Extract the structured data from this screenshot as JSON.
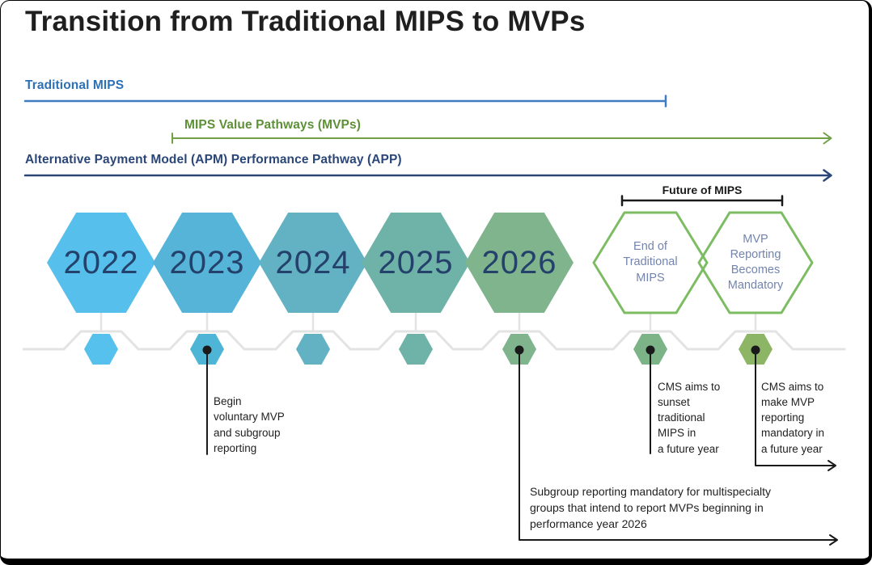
{
  "title": "Transition from Traditional MIPS to MVPs",
  "tracks": {
    "traditional": {
      "label": "Traditional MIPS",
      "color": "#2C70B6",
      "line_color": "#3F7DC2"
    },
    "mvps": {
      "label": "MIPS Value Pathways (MVPs)",
      "color": "#5E9038",
      "line_color": "#71A046"
    },
    "app": {
      "label": "Alternative Payment Model (APM) Performance Pathway (APP)",
      "color": "#2B4778",
      "line_color": "#2B4778"
    }
  },
  "future_bracket": {
    "label": "Future of MIPS",
    "color": "#1A1A1A"
  },
  "year_text_color": "#24416B",
  "future_text_color": "#7384AE",
  "timeline_color": "#E3E3E3",
  "callout_color": "#1A1A1A",
  "nodes": [
    {
      "label": "2022",
      "fill": "#56BFEB",
      "small_fill": "#56C1ED"
    },
    {
      "label": "2023",
      "fill": "#55B4D8",
      "small_fill": "#4FB5D6"
    },
    {
      "label": "2024",
      "fill": "#63B2C3",
      "small_fill": "#63B2C3"
    },
    {
      "label": "2025",
      "fill": "#6FB3A8",
      "small_fill": "#6FB3A8"
    },
    {
      "label": "2026",
      "fill": "#7FB48D",
      "small_fill": "#7FB48D"
    },
    {
      "label": "End of Traditional MIPS",
      "outline": "#7CBC62",
      "small_fill": "#7CB487"
    },
    {
      "label": "MVP Reporting Becomes Mandatory",
      "outline": "#7CBC62",
      "small_fill": "#8CB566"
    }
  ],
  "annotations": {
    "y2023": [
      "Begin",
      "voluntary MVP",
      "and subgroup",
      "reporting"
    ],
    "y2026": [
      "Subgroup reporting mandatory for multispecialty",
      "groups that intend to report MVPs beginning in",
      "performance year 2026"
    ],
    "end_mips": [
      "CMS aims to",
      "sunset",
      "traditional",
      "MIPS in",
      "a future year"
    ],
    "mvp_mandatory": [
      "CMS aims to",
      "make MVP",
      "reporting",
      "mandatory in",
      "a future year"
    ]
  }
}
